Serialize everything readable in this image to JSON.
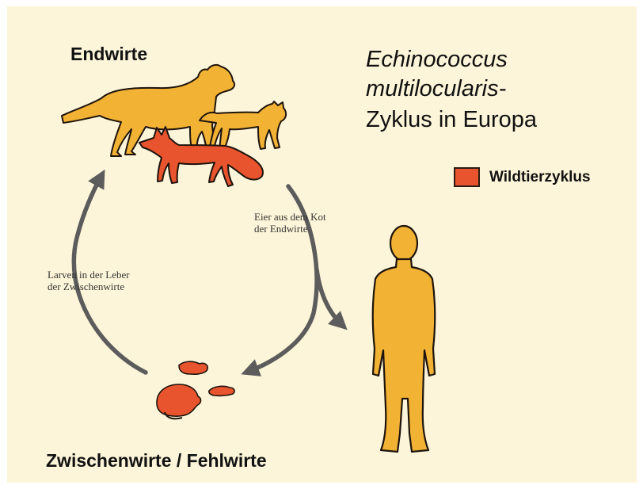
{
  "diagram": {
    "title_line1": "Echinococcus",
    "title_line2": "multilocularis-",
    "title_line3": "Zyklus in Europa",
    "definitive_hosts_label": "Endwirte",
    "intermediate_hosts_label": "Zwischenwirte / Fehlwirte",
    "legend_label": "Wildtierzyklus",
    "eggs_label_line1": "Eier aus dem Kot",
    "eggs_label_line2": "der Endwirte",
    "larvae_label_line1": "Larven in der Leber",
    "larvae_label_line2": "der Zwischenwirte"
  },
  "colors": {
    "background": "#fdf5d9",
    "domestic_animal": "#f2b233",
    "wildlife_red": "#e8542d",
    "human": "#f2b233",
    "arrow": "#5c5c5c"
  },
  "icons": [
    "dog-icon",
    "cat-icon",
    "fox-icon",
    "rodent-icon",
    "human-icon"
  ]
}
